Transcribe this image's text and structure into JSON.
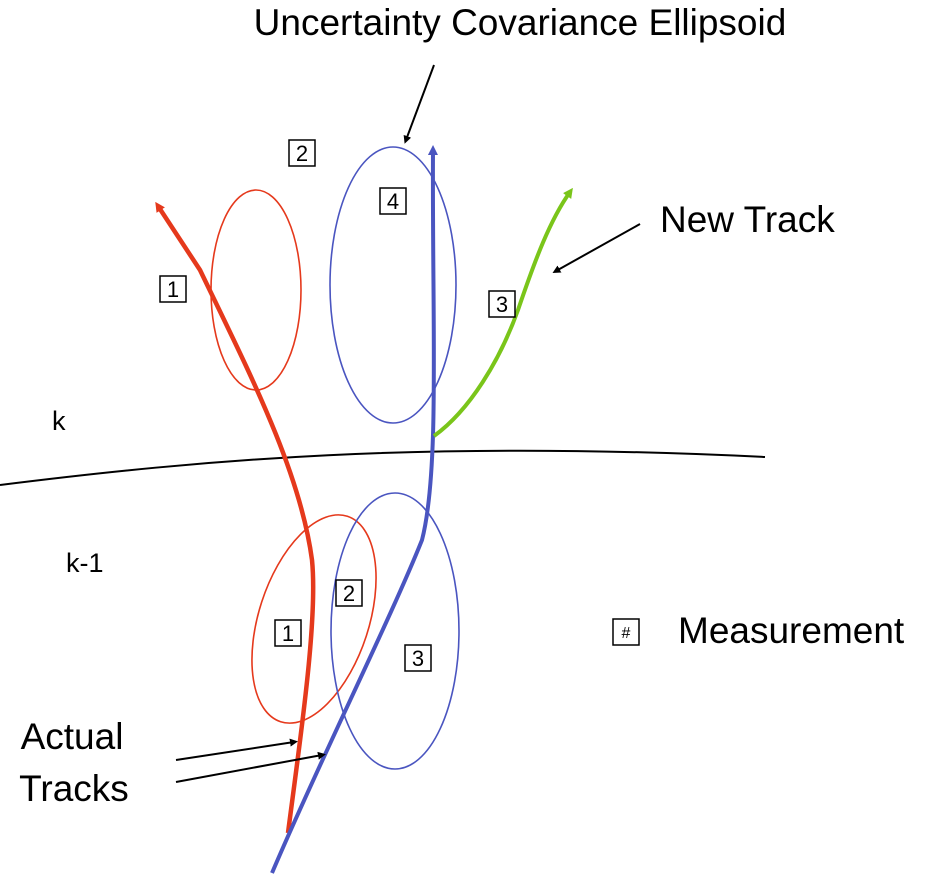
{
  "labels": {
    "title": "Uncertainty Covariance Ellipsoid",
    "new_track": "New Track",
    "time_k": "k",
    "time_k_minus_1": "k-1",
    "legend_symbol": "#",
    "legend_text": "Measurement",
    "actual_tracks_line1": "Actual",
    "actual_tracks_line2": "Tracks"
  },
  "measurements_k": [
    "1",
    "2",
    "4",
    "3"
  ],
  "measurements_k_minus_1": [
    "2",
    "1",
    "3"
  ],
  "colors": {
    "track_red": "#e5391c",
    "track_blue": "#4a55c0",
    "track_green": "#7ac51a",
    "ellipse_red": "#e5391c",
    "ellipse_blue": "#4a55c0",
    "ink": "#000000"
  }
}
